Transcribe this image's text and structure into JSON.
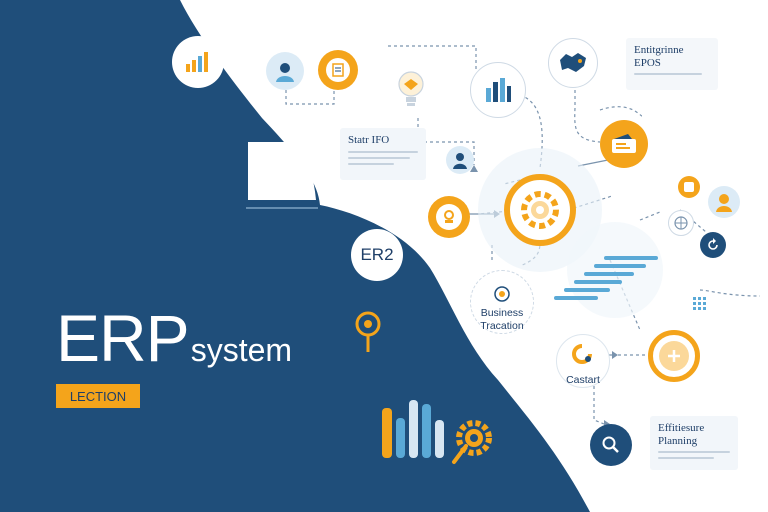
{
  "headline": {
    "title": "ERP",
    "title_suffix": "system",
    "tag": "LECTION"
  },
  "badge_circle": {
    "text": "ER2"
  },
  "cards": [
    {
      "name": "card-state",
      "title_lines": [
        "Statr IFO"
      ]
    },
    {
      "name": "card-enterprise",
      "title_lines": [
        "Entitgrinne",
        "EPOS"
      ]
    },
    {
      "name": "card-planning",
      "title_lines": [
        "Effitiesure",
        "Planning"
      ]
    }
  ],
  "labels": {
    "business": [
      "Business",
      "Tracation"
    ],
    "contact": "Castart"
  },
  "colors": {
    "navy": "#1f4e7a",
    "accent": "#f4a41b",
    "light_blue": "#5aa9d6",
    "text": "#1f3f68"
  },
  "icons": [
    "bar-chart-icon",
    "person-icon",
    "clipboard-icon",
    "lightbulb-icon",
    "bar-chart-icon",
    "globe-map-icon",
    "wallet-icon",
    "gear-icon",
    "person-icon",
    "target-icon",
    "location-pin-icon",
    "coin-icon",
    "globe-icon",
    "refresh-icon",
    "plus-icon",
    "search-icon",
    "grid-icon"
  ]
}
